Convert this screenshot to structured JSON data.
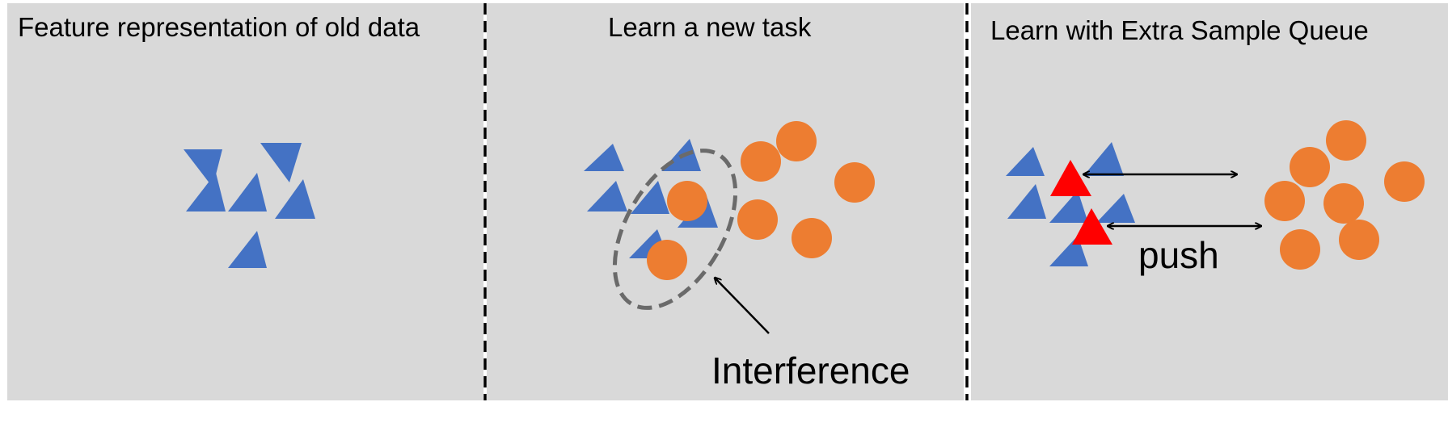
{
  "colors": {
    "panel_bg": "#d9d9d9",
    "old_class": "#4472c4",
    "new_class": "#ed7d31",
    "queue_sample": "#ff0000",
    "ellipse": "#6a6a6a",
    "divider": "#000000",
    "arrow": "#000000"
  },
  "panels": [
    {
      "title": "Feature representation of old data"
    },
    {
      "title": "Learn a new task",
      "annotation": "Interference"
    },
    {
      "title": "Learn with Extra Sample Queue",
      "annotation": "push"
    }
  ]
}
